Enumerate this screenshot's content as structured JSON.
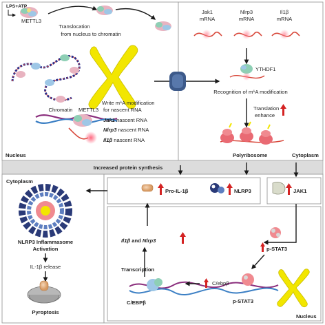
{
  "top_left_panel": {
    "stimulus": "LPS+ATP",
    "enzyme": "METTL3",
    "translocation": "Translocation",
    "translocation_2": "from nucleus to chromatin",
    "chromatin": "Chromatin",
    "enzyme_2": "METTL3",
    "write_1": "Write m⁶A modification",
    "write_2": "for nascent RNA",
    "rna_gene_1": "Jak1",
    "rna_gene_2": "Nlrp3",
    "rna_gene_3": "Il1β",
    "rna_suffix": "nascent RNA",
    "region": "Nucleus"
  },
  "top_right_panel": {
    "mrna_1_gene": "Jak1",
    "mrna_2_gene": "Nlrp3",
    "mrna_3_gene": "Il1β",
    "mrna_word": "mRNA",
    "reader": "YTHDF1",
    "recognition": "Recognition of m⁶A modification",
    "translation_1": "Translation",
    "translation_2": "enhance",
    "polyribosome": "Polyribosome",
    "region": "Cytoplasm"
  },
  "middle_band": {
    "label": "Increased protein synthesis"
  },
  "protein_row": {
    "pro_il1b": "Pro-IL-1β",
    "nlrp3": "NLRP3",
    "jak1": "JAK1"
  },
  "left_lower_panel": {
    "region": "Cytoplasm",
    "inflammasome_1": "NLRP3 Inflammasome",
    "inflammasome_2": "Activation",
    "release": "IL-1β release",
    "outcome": "Pyroptosis"
  },
  "right_lower_panel": {
    "genes_1": "Il1β",
    "genes_and": "and",
    "genes_2": "Nlrp3",
    "p_stat3_top": "p-STAT3",
    "p_stat3_mid": "p-STAT3",
    "cebpb_small": "C/ebpβ",
    "transcription": "Transcription",
    "cebpb_protein": "C/EBPβ",
    "region": "Nucleus"
  },
  "colors": {
    "arrow": "#1a1a1a",
    "up_arrow": "#d42323",
    "band": "#dcdcdc",
    "ribosome": "#e96a73",
    "chromatin_yellow": "#f2e600",
    "inflammasome_blue": "#2a3a78"
  }
}
